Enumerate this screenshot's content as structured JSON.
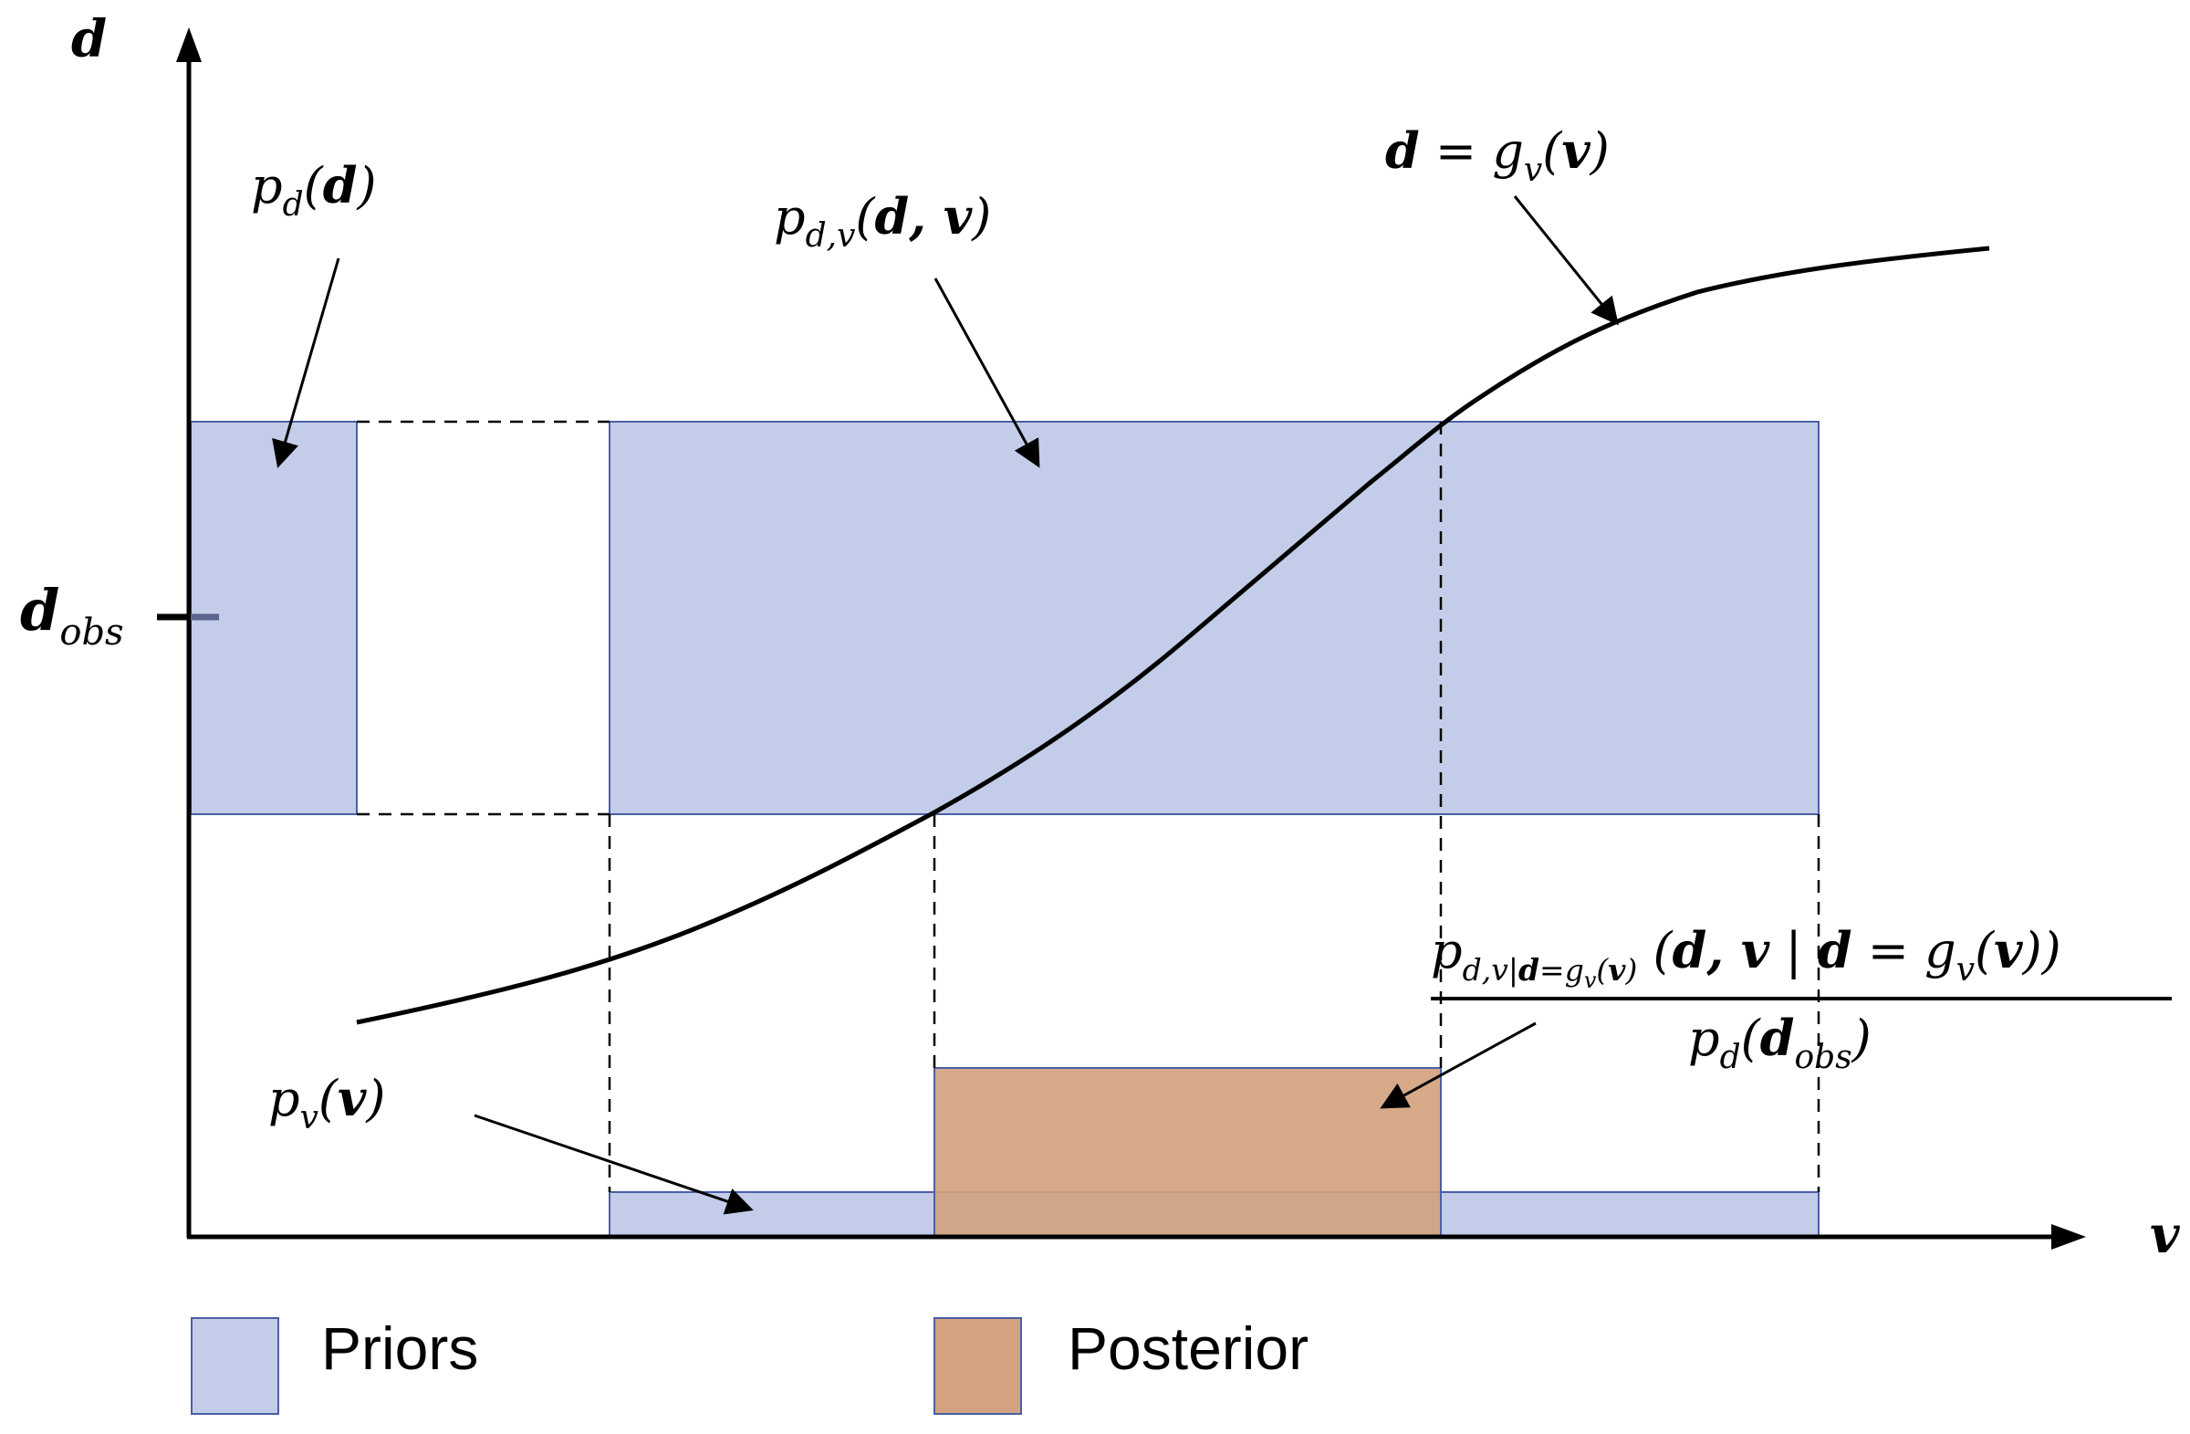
{
  "colors": {
    "prior_fill": "#c3cde9",
    "prior_stroke": "#4a5fa6",
    "posterior_fill": "#d3a27f",
    "posterior_stroke": "#4a5fa6",
    "curve": "#000000",
    "dashes": "#000000"
  },
  "axes": {
    "y_label": "d",
    "x_label": "v",
    "tick_label_main": "d",
    "tick_label_sub": "obs"
  },
  "labels": {
    "pd": {
      "p": "p",
      "sub": "d",
      "open": "(",
      "arg": "d",
      "close": ")"
    },
    "pdv": {
      "p": "p",
      "sub": "d,v",
      "open": "(",
      "arg": "d, v",
      "close": ")"
    },
    "curve_eq": {
      "lhs": "d",
      "eq": " = ",
      "g": "g",
      "gsub": "v",
      "open": "(",
      "arg": "v",
      "close": ")"
    },
    "pv": {
      "p": "p",
      "sub": "v",
      "open": "(",
      "arg": "v",
      "close": ")"
    },
    "posterior_num": {
      "p": "p",
      "sub_a": "d,v|",
      "sub_b": "d",
      "sub_c": "=g",
      "sub_d": "v",
      "sub_e": "(",
      "sub_f": "v",
      "sub_g": ")",
      "open": " (",
      "arg1": "d, v",
      "bar": " | ",
      "arg2": "d",
      "eq": " = ",
      "g": "g",
      "gsub": "v",
      "open2": "(",
      "arg3": "v",
      "close2": "))"
    },
    "posterior_den": {
      "p": "p",
      "sub": "d",
      "open": "(",
      "arg": "d",
      "argsub": "obs",
      "close": ")"
    }
  },
  "legend": {
    "priors_label": "Priors",
    "posterior_label": "Posterior"
  }
}
